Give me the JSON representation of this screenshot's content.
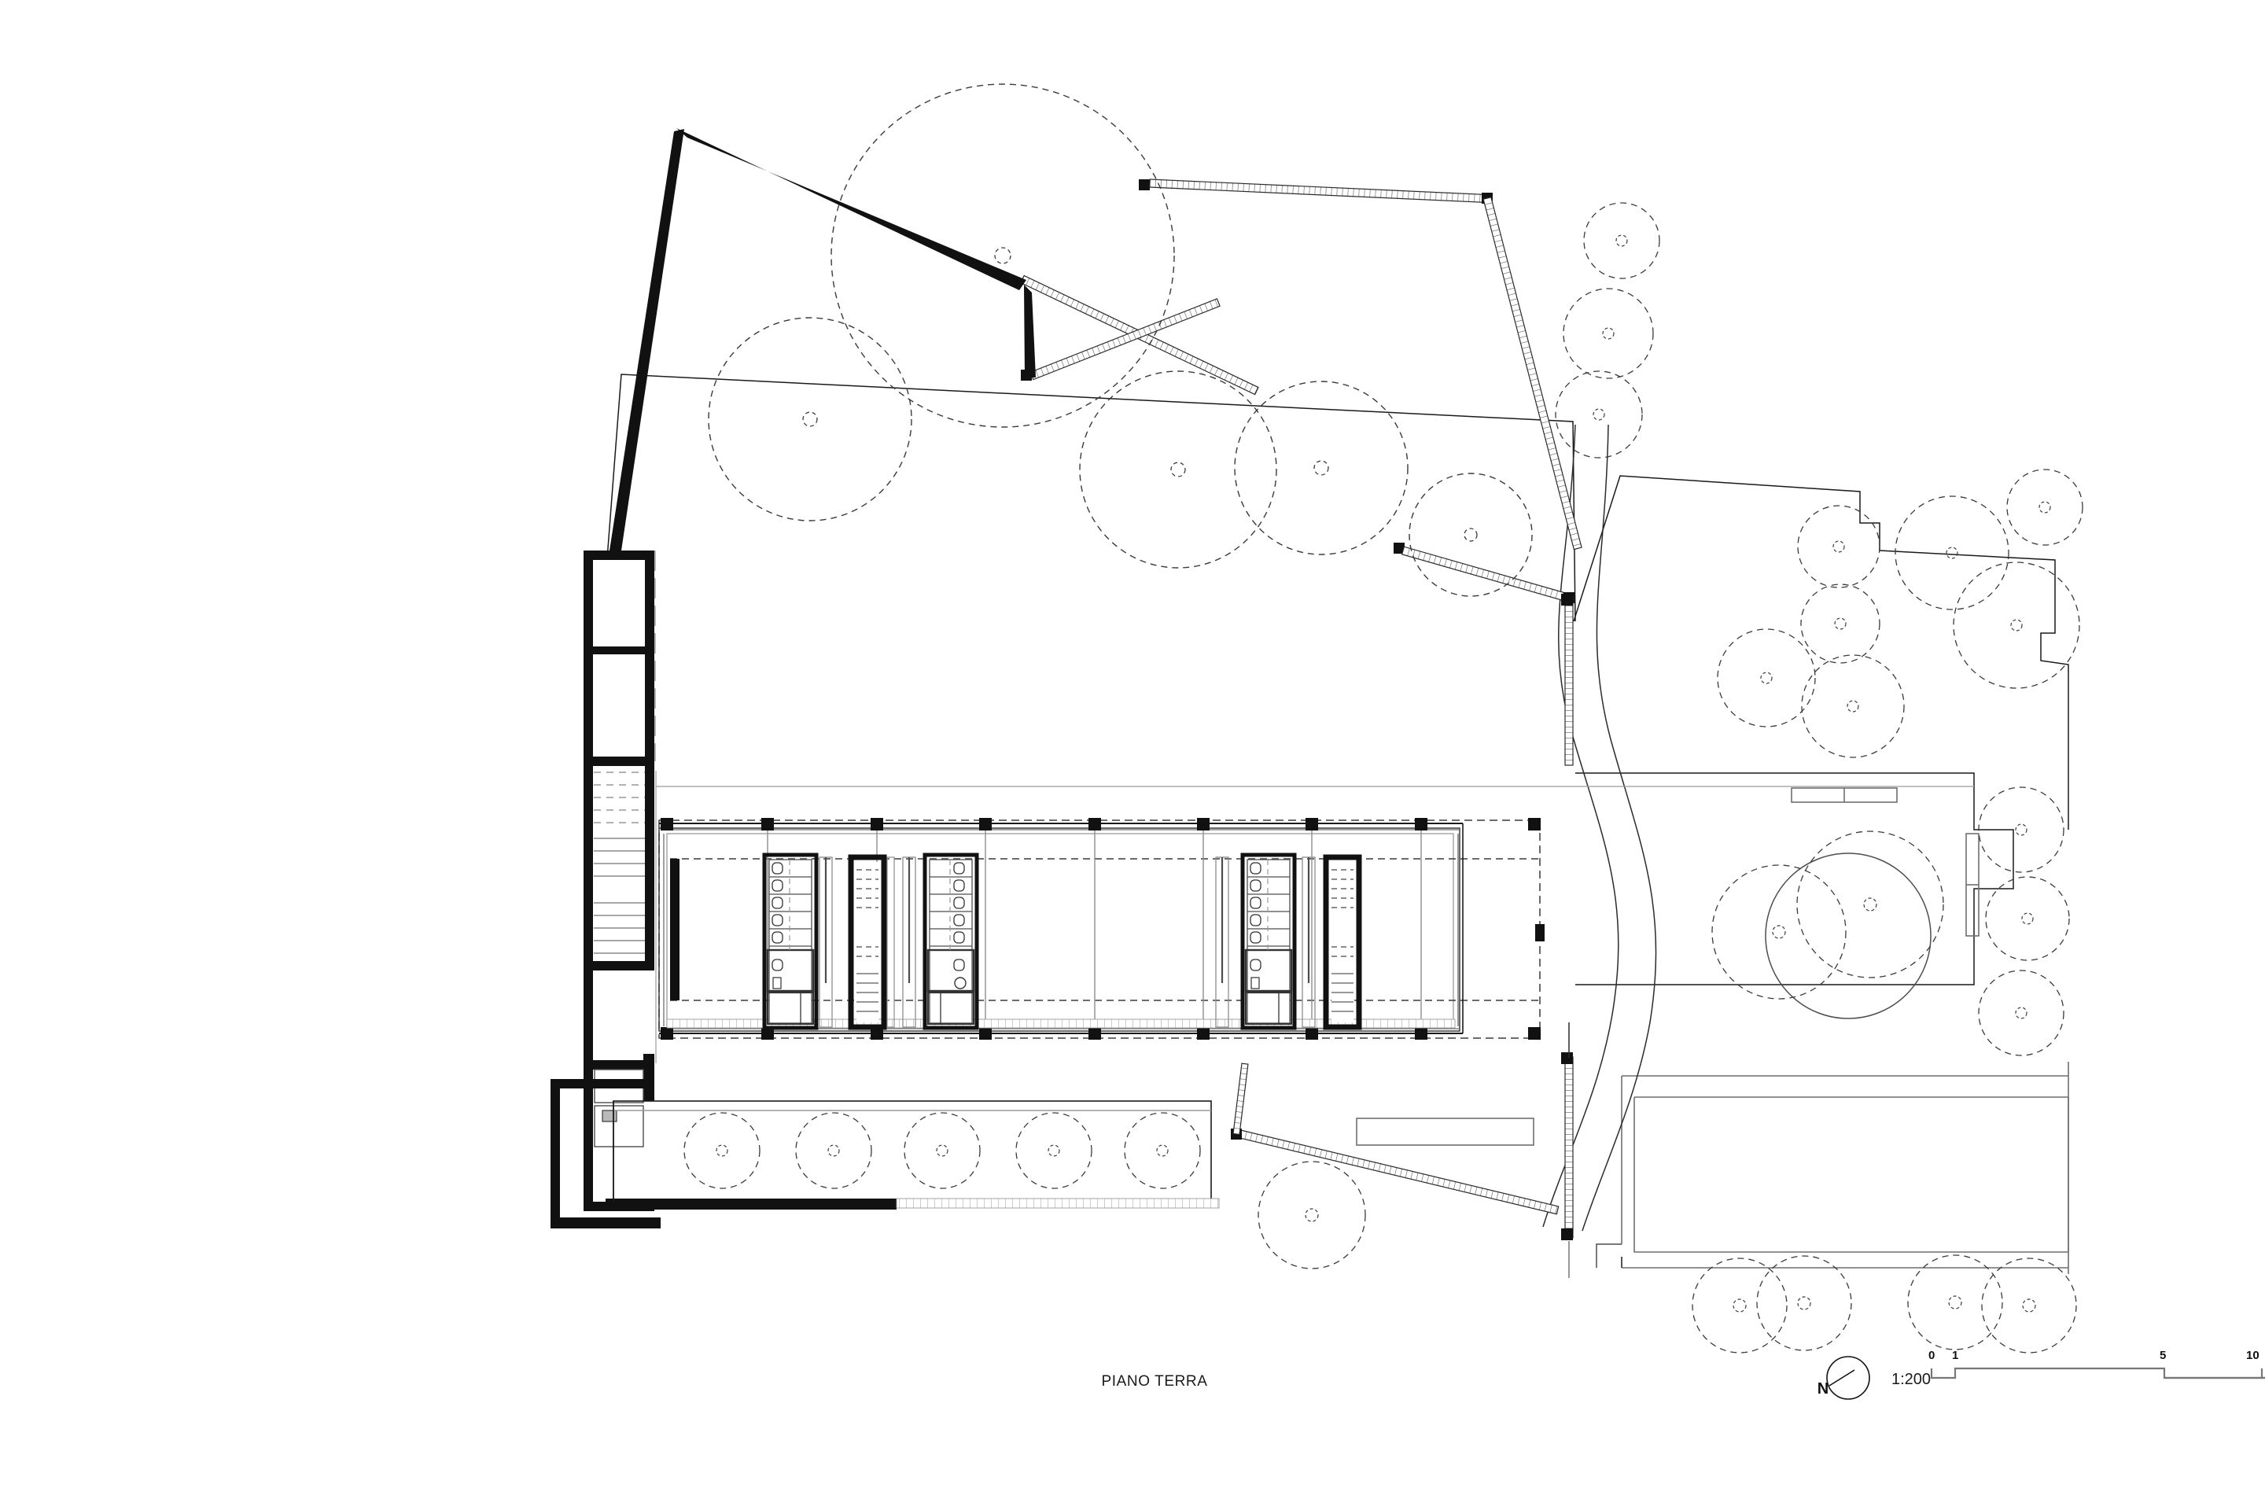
{
  "sheet": {
    "drawing_title": "PIANO TERRA",
    "background_color": "#ffffff",
    "ink_color": "#000000",
    "light_ink_color": "#888888"
  },
  "legend": {
    "north_arrow": {
      "label": "N",
      "icon": "north-arrow-icon"
    },
    "scale_note": "1:200",
    "scale_bar": {
      "ticks": [
        "0",
        "1",
        "5",
        "10"
      ],
      "unit_hint": "m"
    }
  },
  "plan": {
    "name": "ground-floor-site-plan",
    "elements": {
      "building_pavilion": "main-pavilion",
      "toilet_blocks": 2,
      "stair_cores": 2,
      "secondary_block": "lower-right-block",
      "left_service_core": "left-vertical-core",
      "benches": 4,
      "paths": "serpentine-path",
      "fences": "hatched-boundary-fence"
    },
    "trees": {
      "existing_solid": 1,
      "proposed_dashed": 30
    }
  },
  "chart_data": {
    "type": "table",
    "title": "PIANO TERRA",
    "categories": [
      "scale",
      "north",
      "tick_0",
      "tick_1",
      "tick_5",
      "tick_10"
    ],
    "values": [
      "1:200",
      "N",
      "0",
      "1",
      "5",
      "10"
    ]
  }
}
